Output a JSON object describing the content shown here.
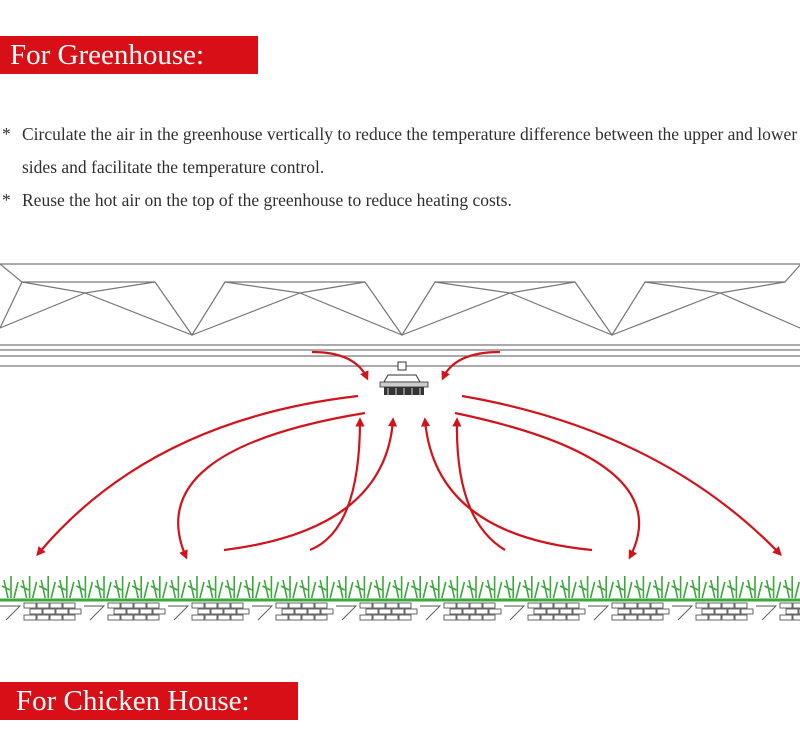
{
  "headings": {
    "greenhouse": "For Greenhouse:",
    "chicken_house": "For Chicken House:"
  },
  "bullet_marker": "*",
  "greenhouse_points": [
    "Circulate the air in the greenhouse vertically to reduce the temperature difference between the upper and lower sides and facilitate the temperature control.",
    "Reuse the hot air on the top of the greenhouse to reduce heating costs."
  ],
  "colors": {
    "banner": "#d90f17",
    "arrow": "#d0141b",
    "grass": "#3aa83a",
    "line": "#777777"
  },
  "icons": [
    "ceiling-fan-icon",
    "airflow-arrow-icon",
    "grass-icon",
    "brick-wall-icon"
  ]
}
